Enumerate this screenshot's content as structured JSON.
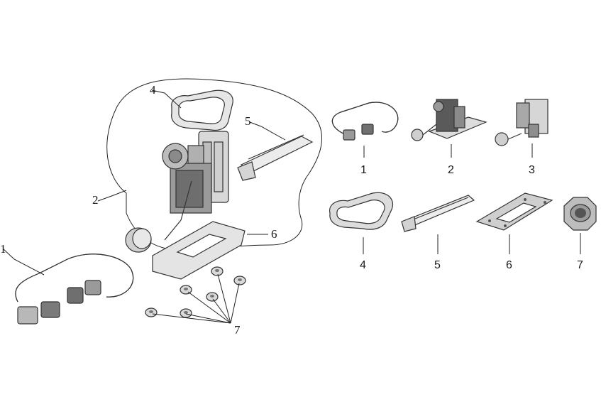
{
  "diagram": {
    "exploded_view_labels": [
      "1",
      "2",
      "4",
      "5",
      "6",
      "7"
    ],
    "catalog_labels": [
      "1",
      "2",
      "3",
      "4",
      "5",
      "6",
      "7"
    ]
  }
}
